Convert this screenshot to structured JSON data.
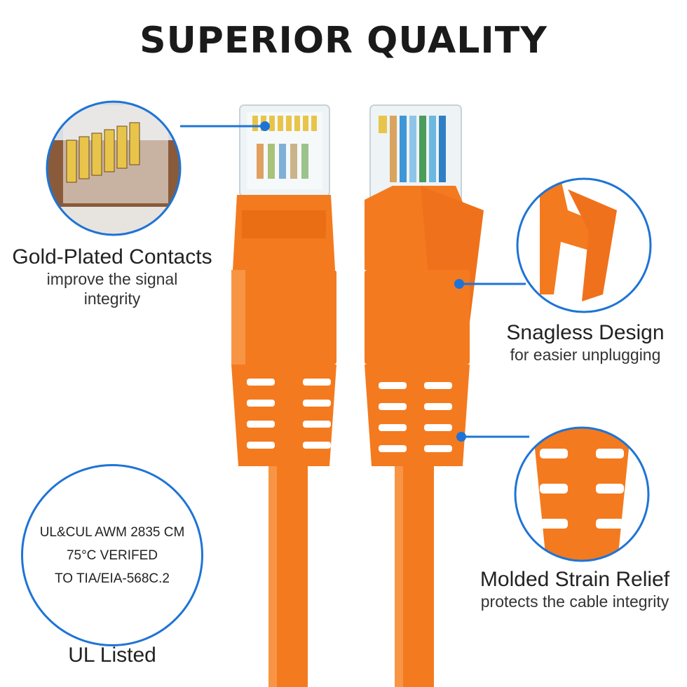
{
  "title": "SUPERIOR QUALITY",
  "features": {
    "gold": {
      "heading": "Gold-Plated Contacts",
      "sub_line1": "improve the signal",
      "sub_line2": "integrity"
    },
    "snagless": {
      "heading": "Snagless Design",
      "sub": "for easier unplugging"
    },
    "strain": {
      "heading": "Molded Strain Relief",
      "sub": "protects the cable integrity"
    },
    "ul": {
      "heading": "UL Listed",
      "line1": "UL&CUL AWM 2835 CM",
      "line2": "75°C VERIFED",
      "line3": "TO TIA/EIA-568C.2"
    }
  },
  "colors": {
    "cable": "#f47a1f",
    "cable_dark": "#d9620f",
    "callout": "#1e74d6",
    "gold": "#e8c54a"
  }
}
